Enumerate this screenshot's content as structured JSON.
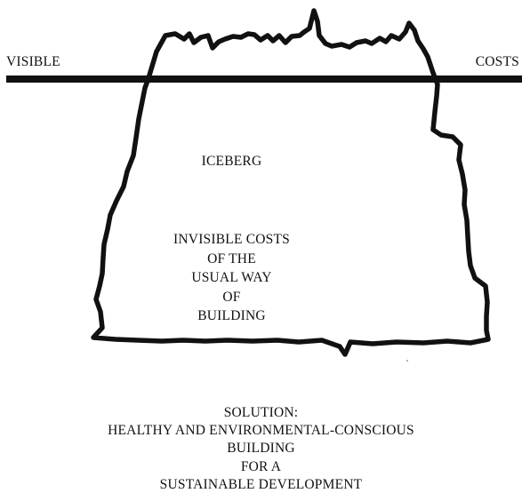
{
  "waterline": {
    "left_label": "VISIBLE",
    "right_label": "COSTS"
  },
  "iceberg": {
    "title": "ICEBERG",
    "invisible_lines": [
      "INVISIBLE COSTS",
      "OF THE",
      "USUAL WAY",
      "OF",
      "BUILDING"
    ]
  },
  "solution": {
    "lines": [
      "SOLUTION:",
      "HEALTHY AND ENVIRONMENTAL-CONSCIOUS",
      "BUILDING",
      "FOR A",
      "SUSTAINABLE DEVELOPMENT"
    ]
  },
  "colors": {
    "ink": "#111111",
    "background": "#ffffff"
  }
}
